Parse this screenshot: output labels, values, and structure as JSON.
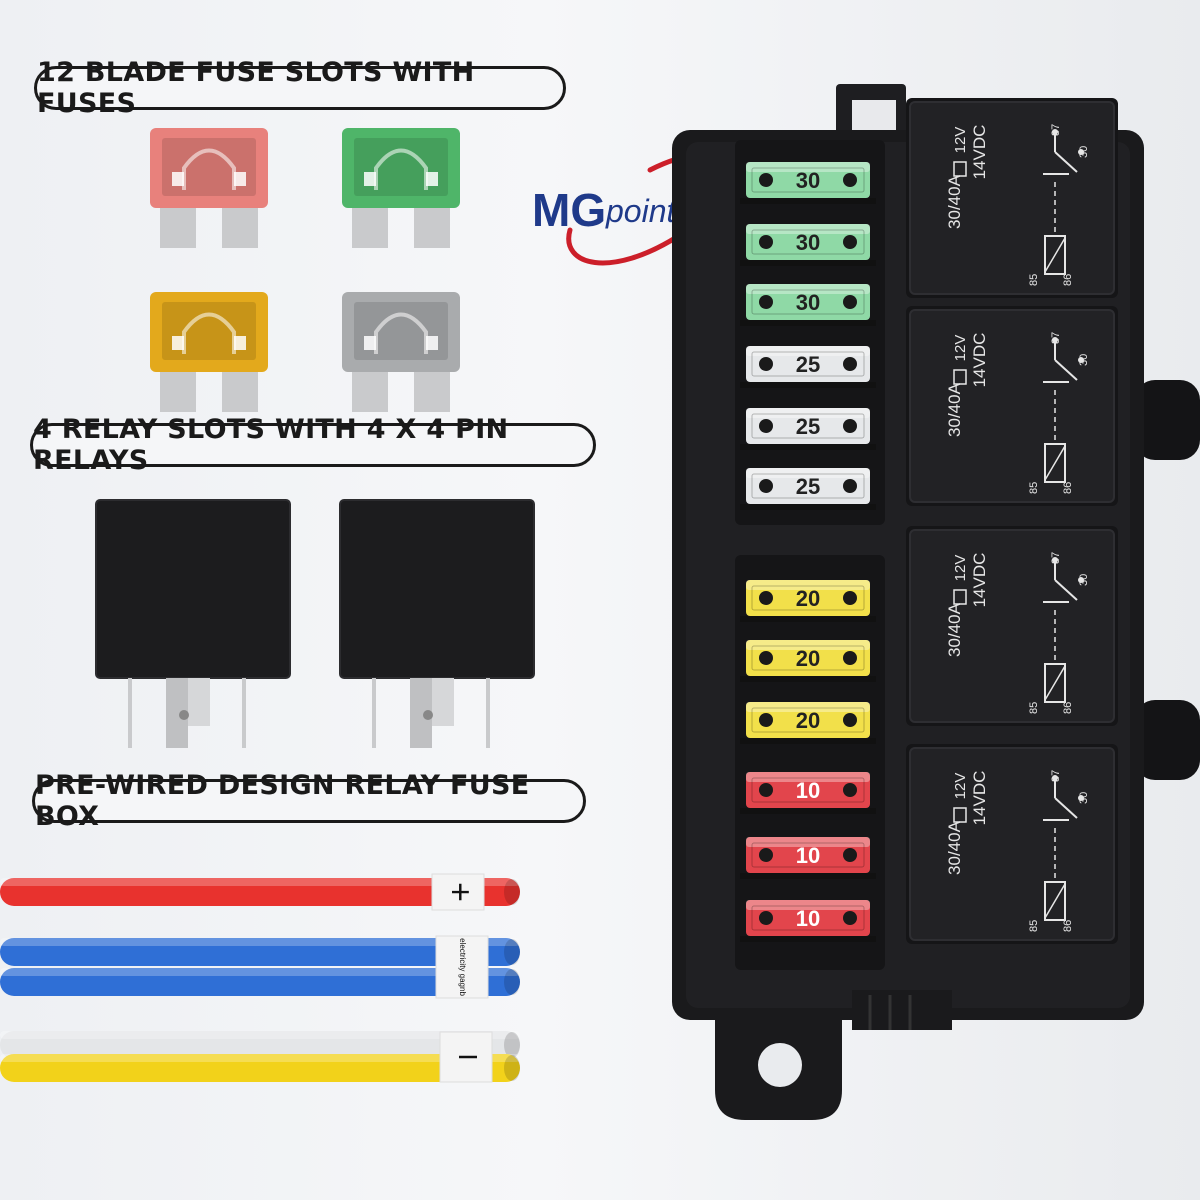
{
  "labels": {
    "fuse_slots": "12 BLADE FUSE SLOTS WITH FUSES",
    "relay_slots": "4 RELAY SLOTS WITH 4 X 4 PIN RELAYS",
    "prewired": "PRE-WIRED DESIGN RELAY FUSE BOX"
  },
  "brand": {
    "mg": "MG",
    "point": "point",
    "mg_color": "#1f3a8a",
    "swoosh_color": "#cc1f2a"
  },
  "loose_fuses": [
    {
      "color": "#e8817c"
    },
    {
      "color": "#4fb569"
    },
    {
      "color": "#e3a91c"
    },
    {
      "color": "#a9abad"
    }
  ],
  "fuses": [
    {
      "rating": "30",
      "color": "#8fd9a6"
    },
    {
      "rating": "30",
      "color": "#8fd9a6"
    },
    {
      "rating": "30",
      "color": "#8fd9a6"
    },
    {
      "rating": "25",
      "color": "#e6e8ea"
    },
    {
      "rating": "25",
      "color": "#e6e8ea"
    },
    {
      "rating": "25",
      "color": "#e6e8ea"
    },
    {
      "rating": "20",
      "color": "#f2e04a"
    },
    {
      "rating": "20",
      "color": "#f2e04a"
    },
    {
      "rating": "20",
      "color": "#f2e04a"
    },
    {
      "rating": "10",
      "color": "#e2454c"
    },
    {
      "rating": "10",
      "color": "#e2454c"
    },
    {
      "rating": "10",
      "color": "#e2454c"
    }
  ],
  "relay": {
    "voltage": "12V",
    "vdc": "14VDC",
    "current": "30/40A",
    "pin87": "87",
    "pin30": "30",
    "pin85": "85",
    "pin86": "86"
  },
  "wires": [
    {
      "color": "#e8322e",
      "tag": "+"
    },
    {
      "color": "#2f6fd6",
      "tag": "electricity gagnb"
    },
    {
      "color": "#2f6fd6",
      "tag": ""
    },
    {
      "color": "#e4e6e8",
      "tag": "I"
    },
    {
      "color": "#f2d21a",
      "tag": ""
    }
  ]
}
